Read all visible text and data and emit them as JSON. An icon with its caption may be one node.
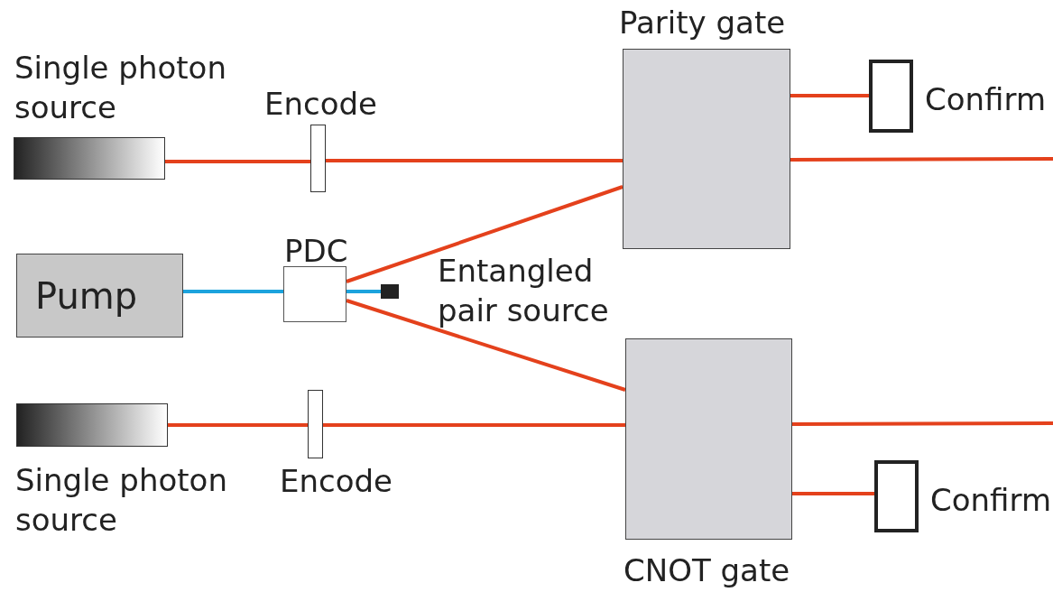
{
  "diagram": {
    "nodes": [
      {
        "text": [
          "Single photon source"
        ]
      },
      {
        "text": [
          "Encode"
        ]
      },
      {
        "text": [
          "Pump"
        ]
      },
      {
        "text": [
          "PDC"
        ]
      },
      {
        "text": [],
        "shape": "box"
      },
      {
        "text": [
          "Single photon source"
        ]
      },
      {
        "text": [
          "Encode"
        ]
      },
      {
        "text": [
          "Parity gate"
        ]
      },
      {
        "text": [
          "Confirm"
        ]
      },
      {
        "text": [
          "CNOT gate"
        ]
      },
      {
        "text": [
          "Confirm"
        ]
      }
    ],
    "edges": [
      {
        "from": 0,
        "to": 1,
        "arrow": "none"
      },
      {
        "from": 1,
        "to": 7,
        "arrow": "none"
      },
      {
        "from": 2,
        "to": 3,
        "arrow": "none",
        "color": "#1ca3dd"
      },
      {
        "from": 3,
        "to": 4,
        "arrow": "none",
        "color": "#1ca3dd"
      },
      {
        "from": 3,
        "to": 7,
        "arrow": "none"
      },
      {
        "from": 3,
        "to": 9,
        "arrow": "none"
      },
      {
        "from": 7,
        "to": 8,
        "arrow": "none"
      },
      {
        "from": 7,
        "to": null,
        "arrow": "none"
      },
      {
        "from": 5,
        "to": 6,
        "arrow": "none"
      },
      {
        "from": 6,
        "to": 9,
        "arrow": "none"
      },
      {
        "from": 9,
        "to": null,
        "arrow": "none"
      },
      {
        "from": 9,
        "to": 10,
        "arrow": "none"
      }
    ],
    "labels": [
      "Entangled pair source"
    ]
  }
}
